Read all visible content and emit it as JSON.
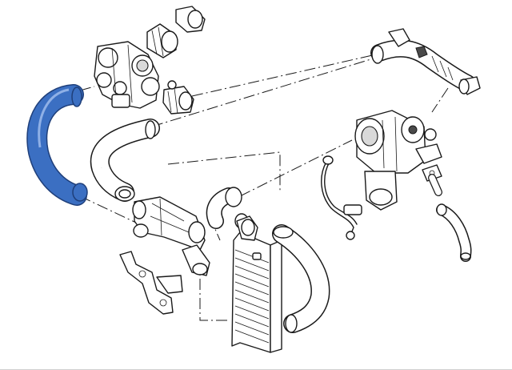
{
  "diagram": {
    "type": "exploded-parts-diagram",
    "highlight_color": "#3b6fc2",
    "highlighted_part": "intake-hose",
    "parts": [
      "throttle-body",
      "intake-hose",
      "upper-air-duct",
      "lower-intake-pipe",
      "mounting-bracket",
      "intercooler",
      "intercooler-outlet-hose",
      "intercooler-inlet-elbow",
      "turbocharger",
      "turbo-intake-pipe",
      "oil-feed-line",
      "turbo-oil-return-pipe",
      "turbo-outlet-hose"
    ]
  }
}
